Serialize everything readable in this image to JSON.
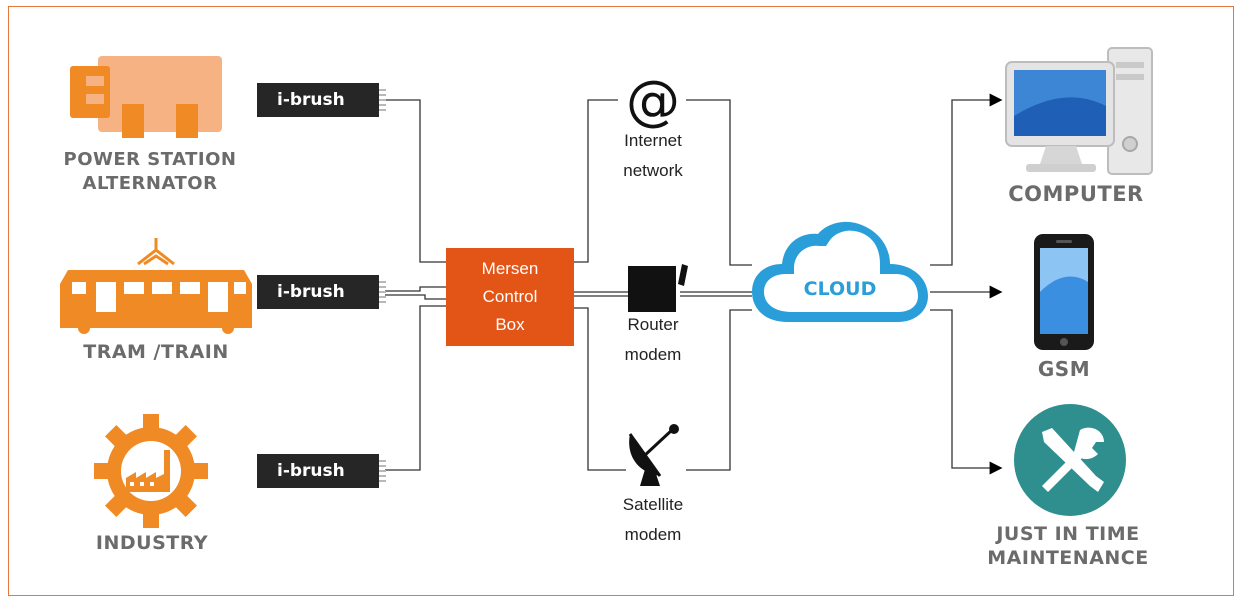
{
  "sources": [
    {
      "label_line1": "POWER STATION",
      "label_line2": "ALTERNATOR"
    },
    {
      "label_line1": "TRAM /TRAIN",
      "label_line2": ""
    },
    {
      "label_line1": "INDUSTRY",
      "label_line2": ""
    }
  ],
  "brushes": [
    "i-brush",
    "i-brush",
    "i-brush"
  ],
  "control_box": {
    "line1": "Mersen",
    "line2": "Control",
    "line3": "Box"
  },
  "channels": [
    {
      "symbol": "@",
      "line1": "Internet",
      "line2": "network"
    },
    {
      "line1": "Router",
      "line2": "modem"
    },
    {
      "line1": "Satellite",
      "line2": "modem"
    }
  ],
  "cloud": {
    "label": "CLOUD"
  },
  "destinations": [
    {
      "label_line1": "COMPUTER",
      "label_line2": ""
    },
    {
      "label_line1": "GSM",
      "label_line2": ""
    },
    {
      "label_line1": "JUST IN TIME",
      "label_line2": "MAINTENANCE"
    }
  ],
  "colors": {
    "frame": "#e8773a",
    "source_icon": "#f08a24",
    "source_icon_light": "#f6b283",
    "control_box": "#e35417",
    "brush_bg": "#262626",
    "cloud": "#2a9ed8",
    "maintenance_circle": "#2e8f8e",
    "label_gray": "#6b6b6b"
  },
  "icons": [
    "alternator-icon",
    "tram-icon",
    "factory-gear-icon",
    "at-sign-icon",
    "router-icon",
    "satellite-dish-icon",
    "cloud-icon",
    "computer-icon",
    "smartphone-icon",
    "wrench-screwdriver-icon"
  ]
}
